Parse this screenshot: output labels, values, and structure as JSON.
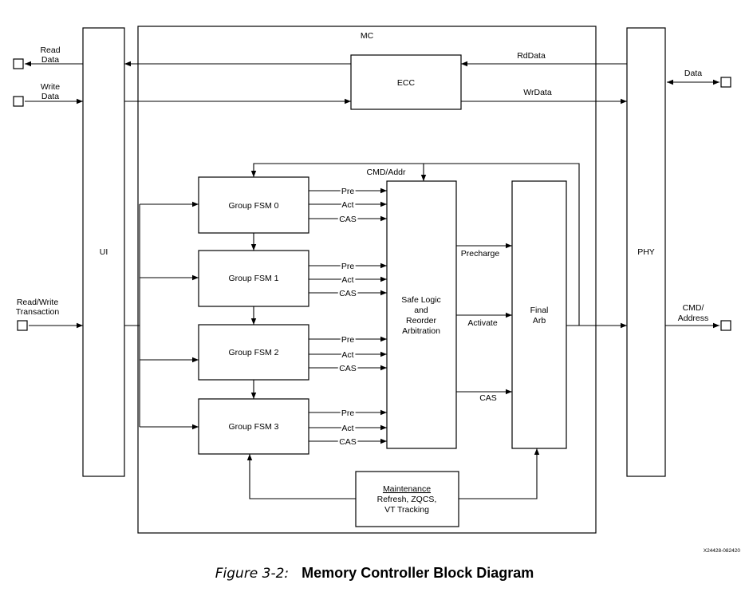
{
  "blocks": {
    "mc": "MC",
    "ui": "UI",
    "phy": "PHY",
    "ecc": "ECC",
    "fsm": [
      "Group FSM 0",
      "Group FSM 1",
      "Group FSM 2",
      "Group FSM 3"
    ],
    "safe_logic": [
      "Safe Logic",
      "and",
      "Reorder",
      "Arbitration"
    ],
    "final_arb": [
      "Final",
      "Arb"
    ],
    "maintenance": {
      "title": "Maintenance",
      "lines": [
        "Refresh, ZQCS,",
        "VT Tracking"
      ]
    }
  },
  "ports": {
    "read_data": [
      "Read",
      "Data"
    ],
    "write_data": [
      "Write",
      "Data"
    ],
    "rw_transaction": [
      "Read/Write",
      "Transaction"
    ],
    "data": "Data",
    "cmd_address": [
      "CMD/",
      "Address"
    ]
  },
  "signals": {
    "rddata": "RdData",
    "wrdata": "WrData",
    "cmd_addr": "CMD/Addr",
    "pre": "Pre",
    "act": "Act",
    "cas": "CAS",
    "precharge": "Precharge",
    "activate": "Activate",
    "cas_out": "CAS"
  },
  "figure_id": "X24428-082420",
  "caption": {
    "number": "Figure 3-2:",
    "title": "Memory Controller Block Diagram"
  }
}
